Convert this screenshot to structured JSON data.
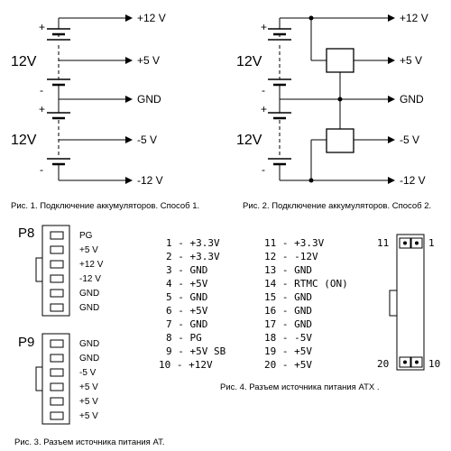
{
  "circuit1": {
    "v_plus12": "+12 V",
    "v_plus5": "+5 V",
    "gnd": "GND",
    "v_minus5": "-5 V",
    "v_minus12": "-12 V",
    "bat_top": "12V",
    "bat_bottom": "12V",
    "plus_a": "+",
    "minus_a": "-",
    "plus_b": "+",
    "minus_b": "-",
    "caption": "Рис. 1. Подключение аккумуляторов. Способ 1."
  },
  "circuit2": {
    "v_plus12": "+12 V",
    "v_plus5": "+5 V",
    "gnd": "GND",
    "v_minus5": "-5 V",
    "v_minus12": "-12 V",
    "bat_top": "12V",
    "bat_bottom": "12V",
    "plus_a": "+",
    "minus_a": "-",
    "plus_b": "+",
    "minus_b": "-",
    "caption": "Рис. 2. Подключение аккумуляторов. Способ 2."
  },
  "at": {
    "p8_label": "P8",
    "p8_pins": [
      "PG",
      "+5 V",
      "+12 V",
      "-12 V",
      "GND",
      "GND"
    ],
    "p9_label": "P9",
    "p9_pins": [
      "GND",
      "GND",
      "-5 V",
      "+5 V",
      "+5 V",
      "+5 V"
    ],
    "caption": "Рис. 3. Разъем источника питания AT."
  },
  "atx": {
    "left_pins": [
      "1 - +3.3V",
      "2 - +3.3V",
      "3 - GND",
      "4 - +5V",
      "5 - GND",
      "6 - +5V",
      "7 - GND",
      "8 - PG",
      "9 - +5V SB",
      "10 - +12V"
    ],
    "right_pins": [
      "11 - +3.3V",
      "12 - -12V",
      "13 - GND",
      "14 - RTMC (ON)",
      "15 - GND",
      "16 - GND",
      "17 - GND",
      "18 - -5V",
      "19 - +5V",
      "20 - +5V"
    ],
    "num_11": "11",
    "num_1": "1",
    "num_20": "20",
    "num_10": "10",
    "caption": "Рис. 4. Разъем источника питания ATX ."
  }
}
